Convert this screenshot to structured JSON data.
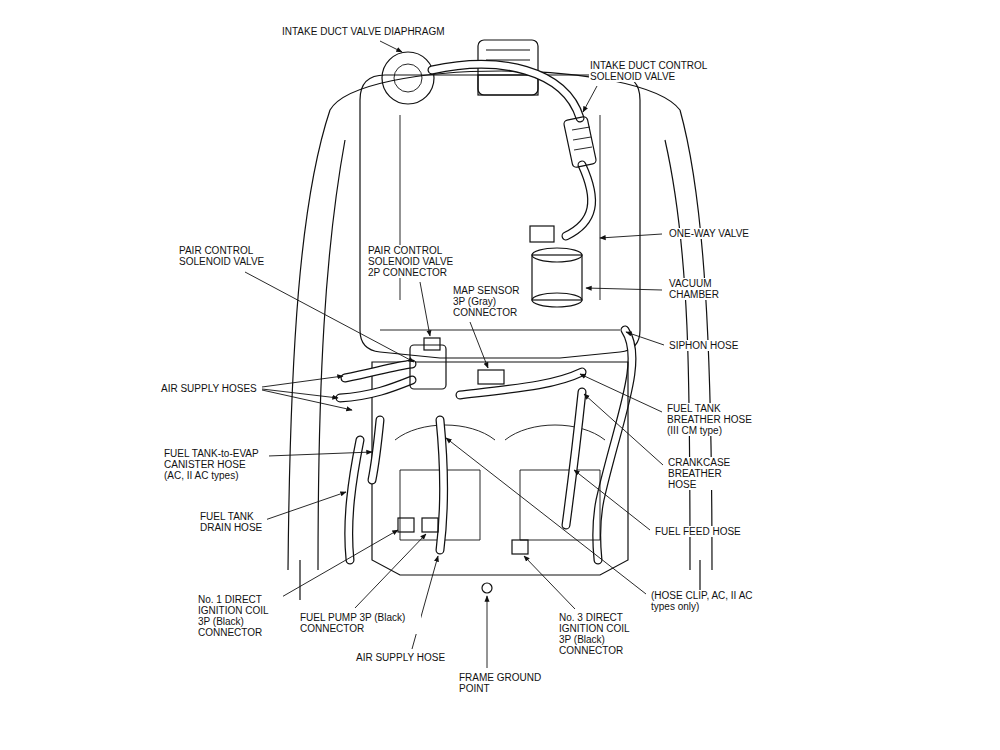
{
  "diagram": {
    "labels": [
      "INTAKE DUCT VALVE DIAPHRAGM",
      "INTAKE DUCT CONTROL SOLENOID VALVE",
      "ONE-WAY VALVE",
      "VACUUM CHAMBER",
      "PAIR CONTROL SOLENOID VALVE",
      "PAIR CONTROL SOLENOID VALVE 2P CONNECTOR",
      "MAP SENSOR 3P (Gray) CONNECTOR",
      "SIPHON HOSE",
      "AIR SUPPLY HOSES",
      "FUEL TANK BREATHER HOSE (III CM type)",
      "FUEL TANK-to-EVAP CANISTER HOSE (AC, II AC types)",
      "CRANKCASE BREATHER HOSE",
      "FUEL TANK DRAIN HOSE",
      "FUEL FEED HOSE",
      "(HOSE CLIP, AC, II AC types only)",
      "No. 1 DIRECT IGNITION COIL 3P (Black) CONNECTOR",
      "FUEL PUMP 3P (Black) CONNECTOR",
      "No. 3 DIRECT IGNITION COIL 3P (Black) CONNECTOR",
      "AIR SUPPLY HOSE",
      "FRAME GROUND POINT"
    ]
  }
}
